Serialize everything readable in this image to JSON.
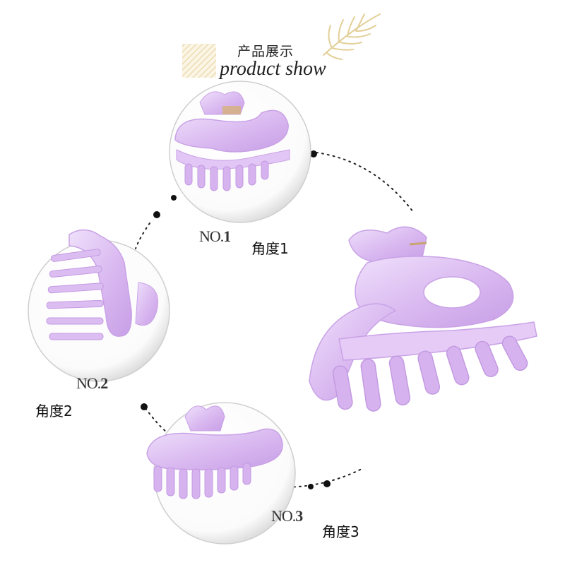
{
  "header": {
    "title_cn": "产品展示",
    "title_en": "product show"
  },
  "views": [
    {
      "no_prefix": "NO.",
      "no_number": "1",
      "angle_label": "角度1"
    },
    {
      "no_prefix": "NO.",
      "no_number": "2",
      "angle_label": "角度2"
    },
    {
      "no_prefix": "NO.",
      "no_number": "3",
      "angle_label": "角度3"
    }
  ],
  "colors": {
    "clip": "#d9b8f0",
    "clip_light": "#ecdaf8",
    "clip_dark": "#bf94e0",
    "dot": "#111111",
    "leaf": "#e8d7a8"
  }
}
